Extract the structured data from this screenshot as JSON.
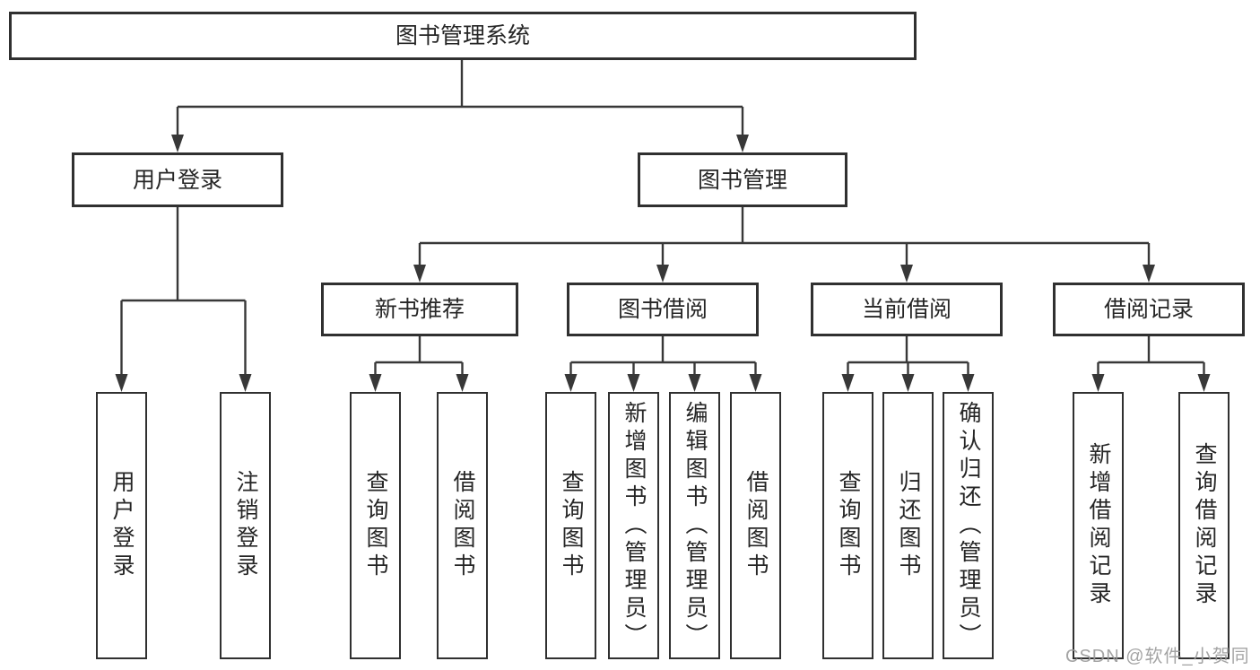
{
  "tree": {
    "root": {
      "label": "图书管理系统",
      "children": [
        {
          "label": "用户登录",
          "children": [
            {
              "label": "用户登录"
            },
            {
              "label": "注销登录"
            }
          ]
        },
        {
          "label": "图书管理",
          "children": [
            {
              "label": "新书推荐",
              "children": [
                {
                  "label": "查询图书"
                },
                {
                  "label": "借阅图书"
                }
              ]
            },
            {
              "label": "图书借阅",
              "children": [
                {
                  "label": "查询图书"
                },
                {
                  "label": "新增图书（管理员）"
                },
                {
                  "label": "编辑图书（管理员）"
                },
                {
                  "label": "借阅图书"
                }
              ]
            },
            {
              "label": "当前借阅",
              "children": [
                {
                  "label": "查询图书"
                },
                {
                  "label": "归还图书"
                },
                {
                  "label": "确认归还（管理员）"
                }
              ]
            },
            {
              "label": "借阅记录",
              "children": [
                {
                  "label": "新增借阅记录"
                },
                {
                  "label": "查询借阅记录"
                }
              ]
            }
          ]
        }
      ]
    }
  },
  "watermark": {
    "text": "CSDN @软件_小贺同学"
  },
  "colors": {
    "line": "#383838",
    "border": "#303030",
    "text": "#262626",
    "watermark": "#9b9b9b",
    "background": "#ffffff"
  }
}
